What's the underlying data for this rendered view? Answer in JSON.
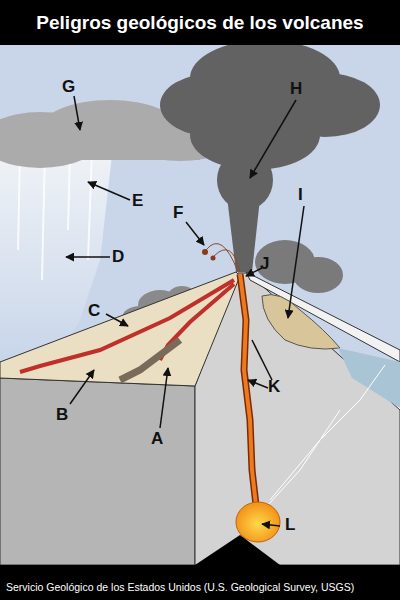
{
  "diagram": {
    "title": "Peligros geológicos de los volcanes",
    "caption": "Servicio Geológico de los Estados Unidos (U.S. Geological Survey, USGS)",
    "labels": [
      "G",
      "E",
      "D",
      "F",
      "H",
      "I",
      "J",
      "C",
      "B",
      "A",
      "K",
      "L"
    ]
  }
}
